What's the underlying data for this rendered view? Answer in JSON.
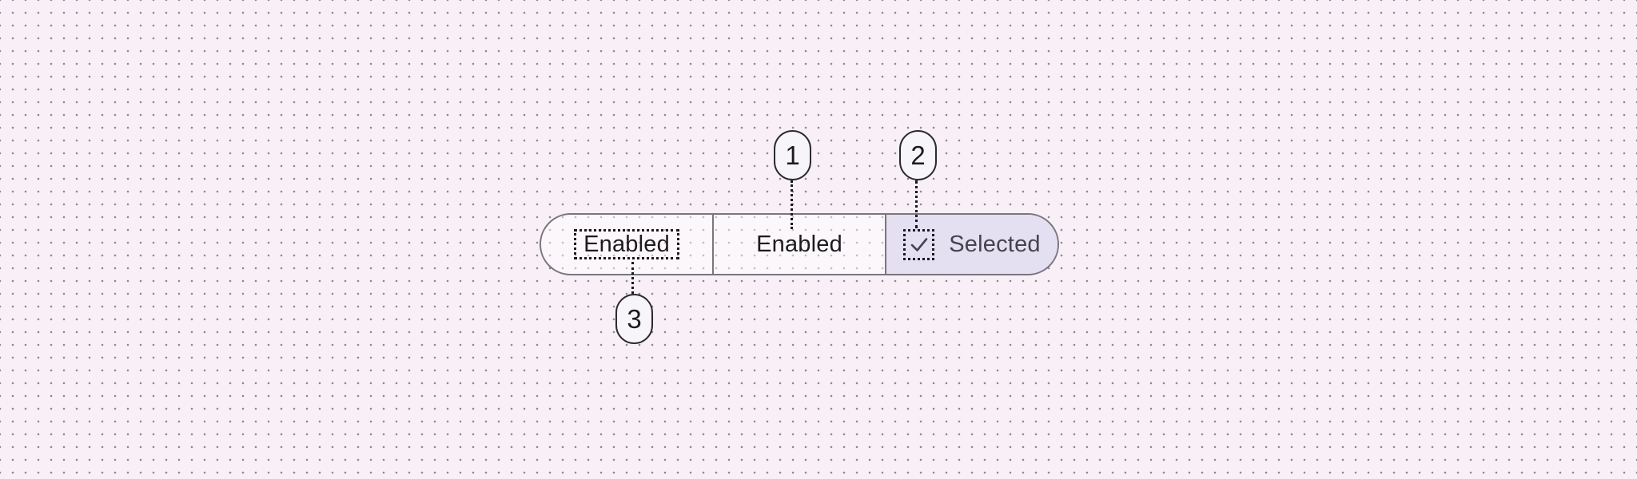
{
  "colors": {
    "page_bg": "#f9f0f7",
    "grid_dot": "#8f8894",
    "outline": "#7a757e",
    "selected_fill": "#e5dff2",
    "selected_text": "#46424e",
    "label_text": "#1c1b1f",
    "annotation": "#1b1a1f",
    "badge_bg": "#f7f5f9",
    "badge_border": "#2b2a30"
  },
  "segmented_button": {
    "segments": [
      {
        "label": "Enabled",
        "selected": false,
        "annotation": "3"
      },
      {
        "label": "Enabled",
        "selected": false,
        "annotation": "1"
      },
      {
        "label": "Selected",
        "selected": true,
        "icon": "check-icon",
        "annotation": "2"
      }
    ]
  },
  "callouts": [
    {
      "number": "1",
      "target": "middle-segment-label"
    },
    {
      "number": "2",
      "target": "check-icon"
    },
    {
      "number": "3",
      "target": "first-segment-label"
    }
  ]
}
